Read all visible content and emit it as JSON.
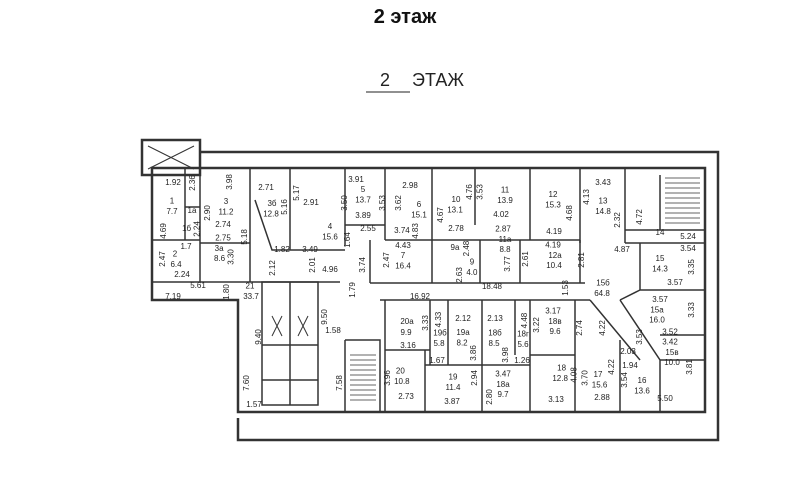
{
  "page_title": "2 этаж",
  "plan": {
    "heading_number": "2",
    "heading_text": "ЭТАЖ",
    "labels": [
      "1.92",
      "2.36",
      "1",
      "7.7",
      "4.69",
      "1a",
      "1б",
      "2.24",
      "3.98",
      "3",
      "11.2",
      "2.90",
      "2.74",
      "2.75",
      "3a",
      "8.6",
      "3.30",
      "5.18",
      "1.7",
      "2",
      "6.4",
      "2.47",
      "2.24",
      "5.61",
      "7.19",
      "1.80",
      "21",
      "33.7",
      "2.71",
      "3б",
      "12.8",
      "5.16",
      "5.17",
      "2.91",
      "4",
      "15.6",
      "1.82",
      "3.49",
      "2.12",
      "2.01",
      "4.96",
      "3.91",
      "5",
      "13.7",
      "3.50",
      "3.89",
      "1.64",
      "2.55",
      "3.74",
      "1.79",
      "3.53",
      "2.98",
      "3.62",
      "6",
      "15.1",
      "3.74",
      "4.83",
      "4.43",
      "2.47",
      "7",
      "16.4",
      "9a",
      "2.48",
      "2.63",
      "9",
      "4.0",
      "4.67",
      "10",
      "13.1",
      "4.76",
      "2.78",
      "3.53",
      "11",
      "13.9",
      "4.02",
      "2.87",
      "11a",
      "8.8",
      "3.77",
      "2.61",
      "12",
      "15.3",
      "4.68",
      "4.19",
      "4.19",
      "12a",
      "10.4",
      "2.81",
      "4.13",
      "18.48",
      "1.53",
      "16.92",
      "15б",
      "64.8",
      "3.43",
      "13",
      "14.8",
      "2.32",
      "4.72",
      "14",
      "5.24",
      "4.87",
      "3.54",
      "15",
      "14.3",
      "3.35",
      "3.57",
      "3.57",
      "3.33",
      "15a",
      "16.0",
      "3.52",
      "3.53",
      "4.22",
      "3.42",
      "15в",
      "10.0",
      "3.81",
      "2.03",
      "1.94",
      "4.22",
      "3.54",
      "17",
      "15.6",
      "16",
      "13.6",
      "5.50",
      "2.88",
      "20a",
      "9.9",
      "3.33",
      "3.16",
      "4.33",
      "2.12",
      "19б",
      "5.8",
      "19a",
      "8.2",
      "1.67",
      "3.86",
      "2.13",
      "18б",
      "8.5",
      "3.98",
      "4.48",
      "18г",
      "5.6",
      "1.26",
      "3.47",
      "3.22",
      "3.17",
      "18в",
      "9.6",
      "2.74",
      "3.96",
      "20",
      "10.8",
      "2.73",
      "19",
      "11.4",
      "2.94",
      "3.87",
      "2.80",
      "18a",
      "9.7",
      "18",
      "12.8",
      "4.08",
      "3.13",
      "3.70",
      "9.40",
      "9.50",
      "1.58",
      "7.60",
      "7.58",
      "1.57"
    ]
  }
}
